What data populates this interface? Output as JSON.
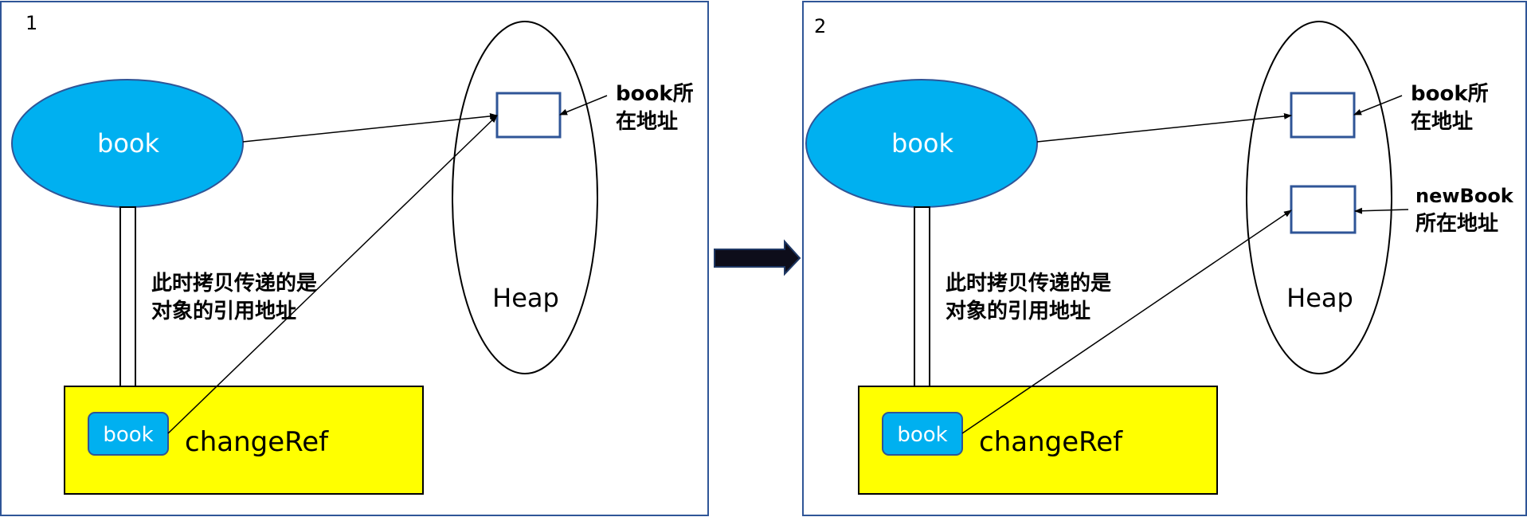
{
  "colors": {
    "panel_border": "#2F5597",
    "book_fill": "#00B0F0",
    "book_stroke": "#2F5597",
    "method_fill": "#FFFF00",
    "line": "#000000",
    "white": "#FFFFFF"
  },
  "panel1": {
    "number": "1",
    "book_label": "book",
    "param_label": "book",
    "method_label": "changeRef",
    "heap_label": "Heap",
    "copy_note_line1": "此时拷贝传递的是",
    "copy_note_line2": "对象的引用地址",
    "addr_label_line1": "book所",
    "addr_label_line2": "在地址"
  },
  "transition_arrow_icon": "right-arrow-icon",
  "panel2": {
    "number": "2",
    "book_label": "book",
    "param_label": "book",
    "method_label": "changeRef",
    "heap_label": "Heap",
    "copy_note_line1": "此时拷贝传递的是",
    "copy_note_line2": "对象的引用地址",
    "addr_label_line1": "book所",
    "addr_label_line2": "在地址",
    "new_addr_label_line1": "newBook",
    "new_addr_label_line2": "所在地址"
  }
}
